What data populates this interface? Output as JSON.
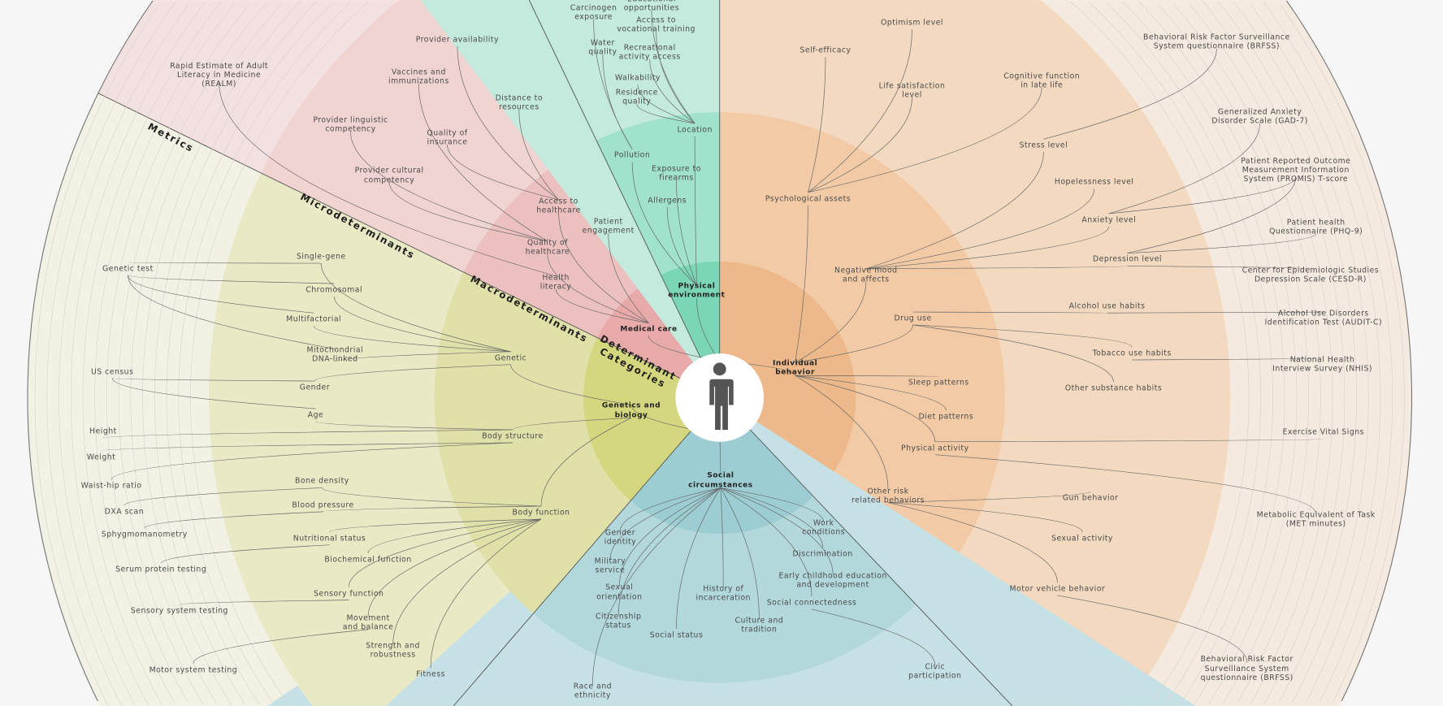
{
  "colors": {
    "background": "#f7f6f7",
    "individual": [
      "#f5eae0",
      "#f3d9bf",
      "#f2cba6",
      "#edb98a"
    ],
    "social": [
      "#c6e1e5",
      "#c6e1e5",
      "#b2d8dc",
      "#9ccdd2"
    ],
    "genetics": [
      "#f1f2e4",
      "#e9e9c5",
      "#e0e0a9",
      "#d5d77f"
    ],
    "medical": [
      "#f3e1e1",
      "#f0d4d2",
      "#ecc0bf",
      "#e8a9a9"
    ],
    "physical": [
      "#c3eadd",
      "#c3eadd",
      "#a0e2cb",
      "#7bd6b6"
    ],
    "person": "#555555"
  },
  "rings": {
    "metrics": "Metrics",
    "micro": "Microdeterminants",
    "macro": "Macrodeterminants",
    "categories": "Determinant\nCategories"
  },
  "categories": {
    "physical": "Physical\nenvironment",
    "medical": "Medical care",
    "genetics": "Genetics and\nbiology",
    "social": "Social\ncircumstances",
    "individual": "Individual\nbehavior"
  },
  "physical": {
    "edu": "Educational\nopportunities",
    "carcinogen": "Carcinogen\nexposure",
    "vocational": "Access to\nvocational training",
    "water": "Water\nquality",
    "recreational": "Recreational\nactivity access",
    "walkability": "Walkability",
    "residence": "Residence\nquality",
    "location": "Location",
    "pollution": "Pollution",
    "firearms": "Exposure to\nfirearms",
    "allergens": "Allergens"
  },
  "medical": {
    "availability": "Provider availability",
    "vaccines": "Vaccines and\nimmunizations",
    "distance": "Distance to\nresources",
    "linguistic": "Provider linguistic\ncompetency",
    "insurance": "Quality of\ninsurance",
    "cultural": "Provider cultural\ncompetency",
    "access": "Access to\nhealthcare",
    "engagement": "Patient\nengagement",
    "quality": "Quality of\nhealthcare",
    "literacy": "Health\nliteracy",
    "realm": "Rapid Estimate of Adult\nLiteracy in Medicine\n(REALM)"
  },
  "genetics": {
    "genetic_test": "Genetic test",
    "single_gene": "Single-gene",
    "chromosomal": "Chromosomal",
    "multifactorial": "Multifactorial",
    "mitochondrial": "Mitochondrial\nDNA-linked",
    "genetic": "Genetic",
    "census": "US census",
    "gender": "Gender",
    "age": "Age",
    "height": "Height",
    "body_structure": "Body structure",
    "weight": "Weight",
    "waist": "Waist-hip ratio",
    "bone": "Bone density",
    "dxa": "DXA scan",
    "bp": "Blood pressure",
    "body_function": "Body function",
    "sphyg": "Sphygmomanometry",
    "nutritional": "Nutritional status",
    "biochemical": "Biochemical function",
    "serum": "Serum protein testing",
    "sensory": "Sensory function",
    "sensory_test": "Sensory system testing",
    "movement": "Movement\nand balance",
    "strength": "Strength and\nrobustness",
    "fitness": "Fitness",
    "motor_test": "Motor system testing"
  },
  "social": {
    "work": "Work\nconditions",
    "discrimination": "Discrimination",
    "early": "Early childhood education\nand development",
    "connectedness": "Social connectedness",
    "civic": "Civic\nparticipation",
    "gender_identity": "Gender\nidentity",
    "military": "Military\nservice",
    "sexual_orientation": "Sexual\norientation",
    "incarceration": "History of\nincarceration",
    "citizenship": "Citizenship\nstatus",
    "culture": "Culture and\ntradition",
    "status": "Social status",
    "race": "Race and\nethnicity"
  },
  "individual": {
    "self_efficacy": "Self-efficacy",
    "optimism": "Optimism level",
    "life_sat": "Life satisfaction\nlevel",
    "cognitive": "Cognitive function\nin late life",
    "psych": "Psychological assets",
    "stress": "Stress level",
    "hopelessness": "Hopelessness level",
    "anxiety": "Anxiety level",
    "depression": "Depression level",
    "neg_mood": "Negative mood\nand affects",
    "drug": "Drug use",
    "alcohol": "Alcohol use habits",
    "tobacco": "Tobacco use habits",
    "other_sub": "Other substance habits",
    "sleep": "Sleep patterns",
    "diet": "Diet patterns",
    "activity": "Physical activity",
    "other_risk": "Other risk\nrelated behaviors",
    "gun": "Gun behavior",
    "sexual": "Sexual activity",
    "motor_vehicle": "Motor vehicle behavior",
    "brfss_top": "Behavioral Risk Factor Surveillance\nSystem questionnaire (BRFSS)",
    "gad7": "Generalized Anxiety\nDisorder Scale (GAD-7)",
    "promis": "Patient Reported Outcome\nMeasurement Information\nSystem (PROMIS) T-score",
    "phq9": "Patient health\nQuestionnaire (PHQ-9)",
    "cesd": "Center for Epidemiologic Studies\nDepression Scale (CESD-R)",
    "audit": "Alcohol Use Disorders\nIdentification Test (AUDIT-C)",
    "nhis": "National Health\nInterview Survey (NHIS)",
    "evs": "Exercise Vital Signs",
    "met": "Metabolic Equivalent of Task\n(MET minutes)",
    "brfss_bottom": "Behavioral Risk Factor\nSurveillance System\nquestionnaire (BRFSS)"
  }
}
